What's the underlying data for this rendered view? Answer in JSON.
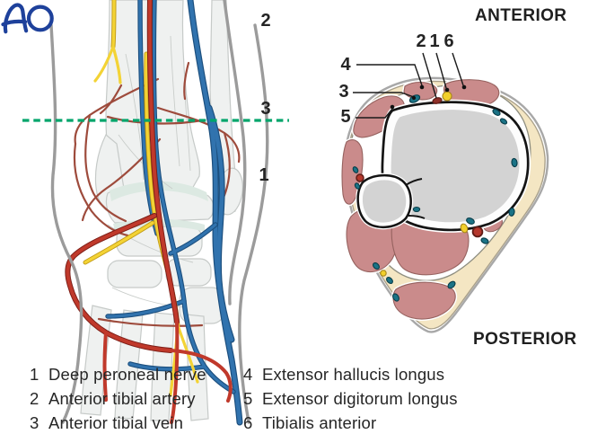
{
  "left_view": {
    "description": "Anterior view of distal lower leg and ankle with neurovascular structures",
    "markers": [
      "2",
      "3",
      "1"
    ],
    "section_line_color": "#00a express56b"
  },
  "cross_section": {
    "orientation_top": "ANTERIOR",
    "orientation_bottom": "POSTERIOR",
    "callouts_top": [
      "2",
      "1",
      "6"
    ],
    "callouts_left": [
      "4",
      "3",
      "5"
    ]
  },
  "legend": {
    "items_left": [
      {
        "num": "1",
        "label": "Deep peroneal nerve"
      },
      {
        "num": "2",
        "label": "Anterior tibial artery"
      },
      {
        "num": "3",
        "label": "Anterior tibial vein"
      }
    ],
    "items_right": [
      {
        "num": "4",
        "label": "Extensor hallucis longus"
      },
      {
        "num": "5",
        "label": "Extensor digitorum longus"
      },
      {
        "num": "6",
        "label": "Tibialis anterior"
      }
    ]
  },
  "footer": {
    "logo_text": "AO"
  },
  "palette": {
    "artery_red": "#b23127",
    "vein_blue": "#2e6ba4",
    "nerve_yellow": "#f2d02c",
    "muscle_pink": "#ca8b8b",
    "fat_cream": "#f4e6c3",
    "bone_gray": "#d3d3d3",
    "section_green": "#00a56b",
    "logo_blue": "#1e419b"
  }
}
